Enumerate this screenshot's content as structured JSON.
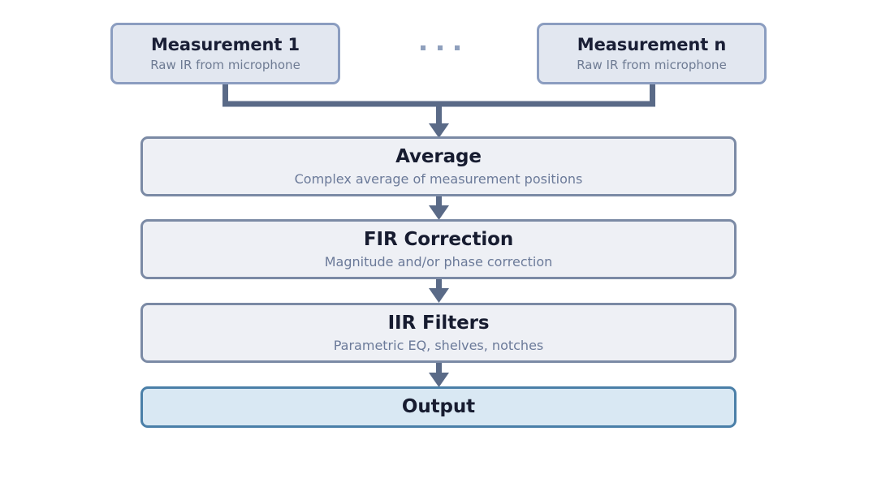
{
  "diagram": {
    "type": "flowchart",
    "orientation": "top-to-bottom",
    "edge_color": "#5a6a87",
    "ellipsis_color": "#8fa0bd",
    "nodes": [
      {
        "id": "measurement-1",
        "kind": "measurement",
        "title": "Measurement 1",
        "subtitle": "Raw IR from microphone",
        "fill": "#e2e7f0",
        "border": "#8b9dc0"
      },
      {
        "id": "measurement-n",
        "kind": "measurement",
        "title": "Measurement n",
        "subtitle": "Raw IR from microphone",
        "fill": "#e2e7f0",
        "border": "#8b9dc0"
      },
      {
        "id": "average",
        "kind": "stage",
        "title": "Average",
        "subtitle": "Complex average of measurement positions",
        "fill": "#eef0f5",
        "border": "#7b8aa5"
      },
      {
        "id": "fir-correction",
        "kind": "stage",
        "title": "FIR Correction",
        "subtitle": "Magnitude and/or phase correction",
        "fill": "#eef0f5",
        "border": "#7b8aa5"
      },
      {
        "id": "iir-filters",
        "kind": "stage",
        "title": "IIR Filters",
        "subtitle": "Parametric EQ, shelves, notches",
        "fill": "#eef0f5",
        "border": "#7b8aa5"
      },
      {
        "id": "output",
        "kind": "output",
        "title": "Output",
        "subtitle": "",
        "fill": "#d9e8f3",
        "border": "#4a7fa8"
      }
    ],
    "ellipsis": {
      "label": "...",
      "dot_count": 3
    },
    "edges": [
      {
        "from": "measurement-1",
        "to": "average",
        "style": "elbow-merge"
      },
      {
        "from": "measurement-n",
        "to": "average",
        "style": "elbow-merge"
      },
      {
        "from": "average",
        "to": "fir-correction",
        "style": "arrow"
      },
      {
        "from": "fir-correction",
        "to": "iir-filters",
        "style": "arrow"
      },
      {
        "from": "iir-filters",
        "to": "output",
        "style": "arrow"
      }
    ]
  }
}
